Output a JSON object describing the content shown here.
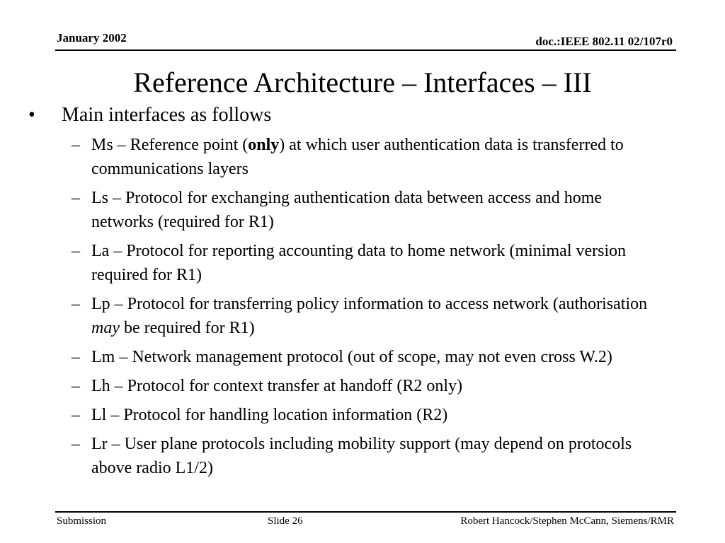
{
  "header": {
    "date": "January 2002",
    "doc_id": "doc.:IEEE 802.11 02/107r0"
  },
  "title": "Reference Architecture – Interfaces – III",
  "bullet": {
    "symbol": "•",
    "text": "Main interfaces as follows"
  },
  "dash_symbol": "–",
  "items": [
    {
      "a": "Ms – Reference point (",
      "b": "only",
      "c": ") at which user authentication data is transferred to communications layers"
    },
    {
      "a": "Ls – Protocol for exchanging authentication data between access and home networks (required for R1)"
    },
    {
      "a": "La – Protocol for reporting accounting data to home network (minimal version required for R1)"
    },
    {
      "a": "Lp – Protocol for transferring policy information to access network (authorisation ",
      "b": "may",
      "c": " be required for R1)"
    },
    {
      "a": "Lm – Network management protocol (out of scope, may not even cross W.2)"
    },
    {
      "a": "Lh – Protocol for context transfer at handoff (R2 only)"
    },
    {
      "a": "Ll – Protocol for handling location information (R2)"
    },
    {
      "a": "Lr – User plane protocols including mobility support (may depend on protocols above radio L1/2)"
    }
  ],
  "footer": {
    "left": "Submission",
    "center": "Slide 26",
    "right": "Robert Hancock/Stephen McCann, Siemens/RMR"
  }
}
